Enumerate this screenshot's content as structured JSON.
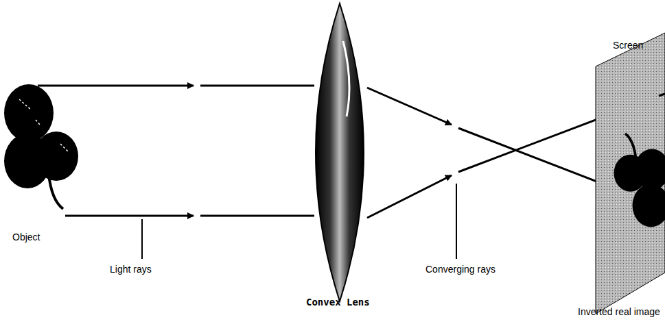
{
  "diagram": {
    "labels": [
      "Screen",
      "Object",
      "Light rays",
      "Converging rays",
      "Convex Lens",
      "Inverted real image"
    ]
  }
}
